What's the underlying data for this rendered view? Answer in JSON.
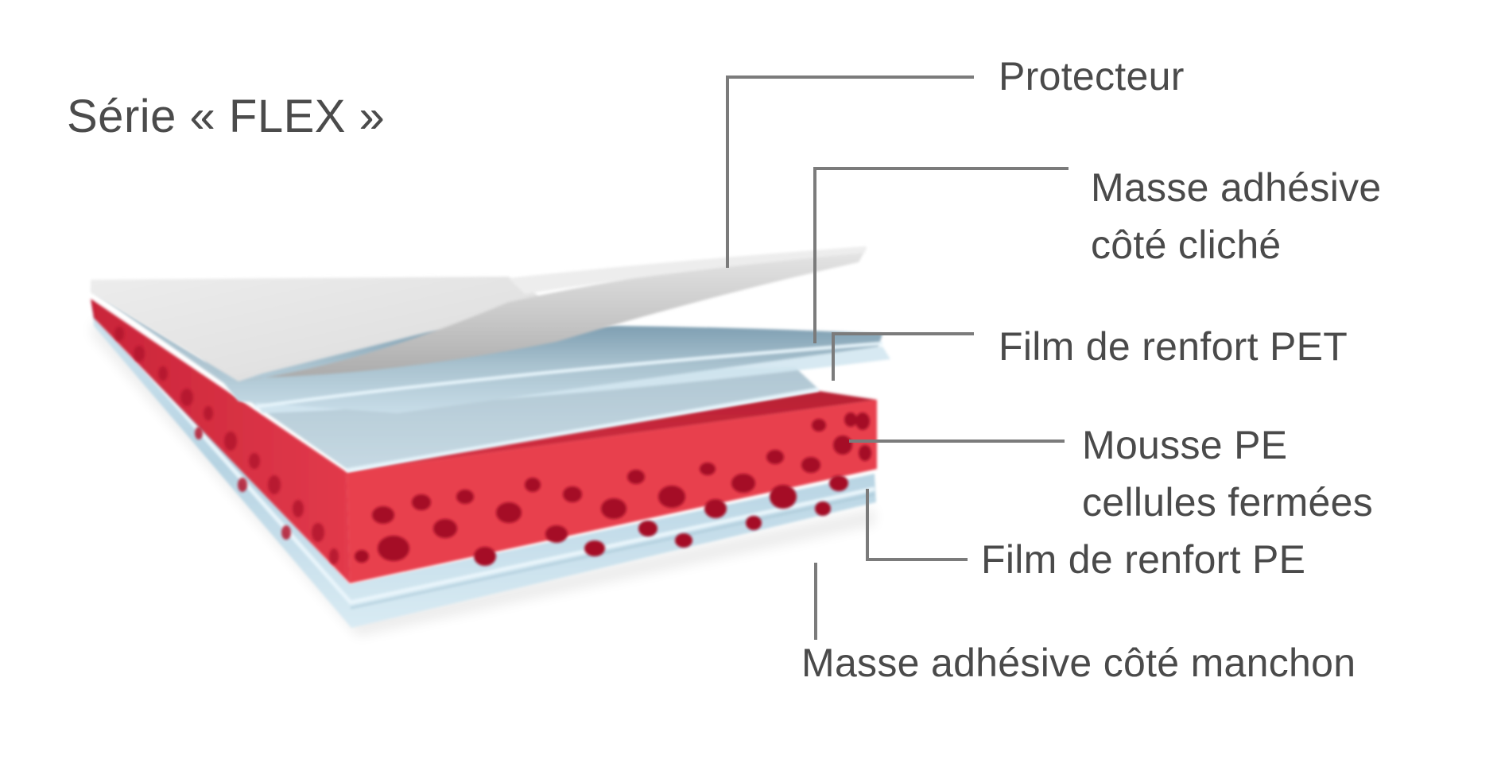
{
  "title": "Série « FLEX »",
  "colors": {
    "text": "#4a4a4a",
    "leader_line": "#7b7b7b",
    "protector_sheet": "#e4e4e4",
    "film_blue": "#c5dbe6",
    "film_blue_dark": "#8fb0c2",
    "foam_red": "#e8404e",
    "foam_red_dark": "#c8283a",
    "foam_pore": "#a00d24"
  },
  "layers": [
    {
      "id": "protecteur",
      "lines": [
        "Protecteur"
      ]
    },
    {
      "id": "masse-adhesive-cliche",
      "lines": [
        "Masse adhésive",
        "côté cliché"
      ]
    },
    {
      "id": "film-renfort-pet",
      "lines": [
        "Film de renfort PET"
      ]
    },
    {
      "id": "mousse-pe",
      "lines": [
        "Mousse PE",
        "cellules fermées"
      ]
    },
    {
      "id": "film-renfort-pe",
      "lines": [
        "Film de renfort PE"
      ]
    },
    {
      "id": "masse-adhesive-manchon",
      "lines": [
        "Masse adhésive côté manchon"
      ]
    }
  ]
}
